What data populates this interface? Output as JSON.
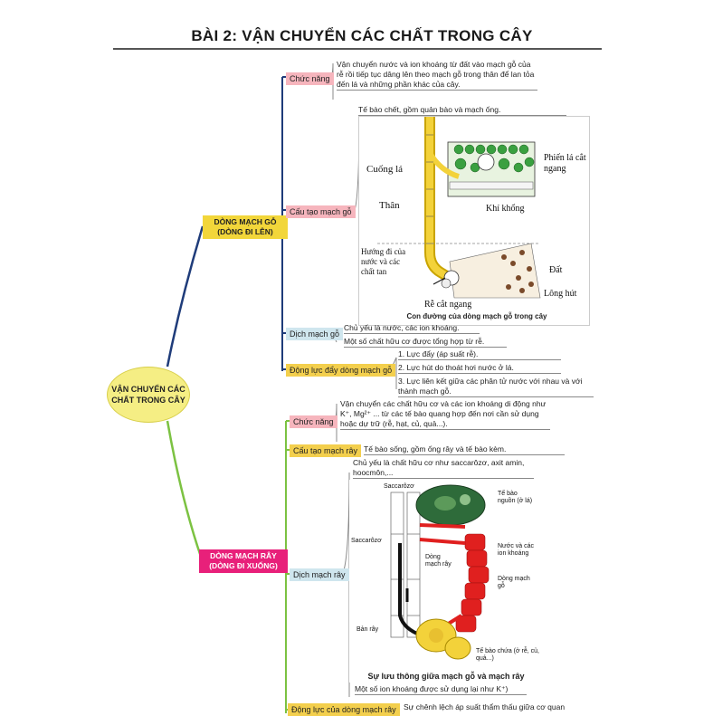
{
  "title": "BÀI 2: VẬN CHUYỂN CÁC CHẤT TRONG CÂY",
  "root": "VẬN CHUYỂN CÁC CHẤT TRONG CÂY",
  "branch1": {
    "label": "DÒNG MẠCH GỖ (DÒNG ĐI LÊN)",
    "chuc_nang": {
      "label": "Chức năng",
      "text": "Vận chuyển nước và ion khoáng từ đất vào mạch gỗ của rễ rồi tiếp tục dâng lên theo mạch gỗ trong thân để lan tỏa đến lá và những phần khác của cây."
    },
    "cau_tao": {
      "label": "Cấu tạo mạch gỗ",
      "text": "Tế bào chết, gồm quản bào và mạch ống.",
      "figure": {
        "caption": "Con đường của dòng mạch gỗ trong cây",
        "labels": [
          "Cuống lá",
          "Thân",
          "Hướng đi của nước và các chất tan",
          "Rễ cắt ngang",
          "Phiến lá cắt ngang",
          "Khí khổng",
          "Đất",
          "Lông hút"
        ]
      }
    },
    "dich": {
      "label": "Dịch mạch gỗ",
      "items": [
        "Chủ yếu là nước, các ion khoáng.",
        "Một số chất hữu cơ được tổng hợp từ rễ."
      ]
    },
    "dong_luc": {
      "label": "Động lực đẩy dòng mạch gỗ",
      "items": [
        "1. Lực đẩy (áp suất rễ).",
        "2. Lực hút do thoát hơi nước ở lá.",
        "3. Lực liên kết giữa các phân tử nước với nhau và với thành mạch gỗ."
      ]
    }
  },
  "branch2": {
    "label": "DÒNG MẠCH RÂY (DÒNG ĐI XUỐNG)",
    "chuc_nang": {
      "label": "Chức năng",
      "text": "Vận chuyển các chất hữu cơ và các ion khoáng di động như K⁺, Mg²⁺ ... từ các tế bào quang hợp đến nơi cần sử dụng hoặc dự trữ (rễ, hạt, củ, quả...)."
    },
    "cau_tao": {
      "label": "Cấu tạo mạch rây",
      "text": "Tế bào sống, gồm ống rây và tế bào kèm."
    },
    "dich": {
      "label": "Dịch mạch rây",
      "text_top": "Chủ yếu là chất hữu cơ như saccarôzơ, axit amin, hoocmôn,...",
      "text_bottom": "Một số ion khoáng được sử dụng lại như K⁺)",
      "figure": {
        "caption": "Sự lưu thông giữa mạch gỗ và mạch rây",
        "labels": {
          "saccarozo_top": "Saccarôzơ",
          "saccarozo_mid": "Saccarôzơ",
          "ban_ray": "Bản rây",
          "dong_mach_ray": "Dòng mạch rây",
          "te_bao_nguon": "Tế bào nguồn (ở lá)",
          "nuoc_ion": "Nước và các ion khoáng",
          "dong_mach_go": "Dòng mạch gỗ",
          "te_bao_chua": "Tế bào chứa (ở rễ, củ, quả...)"
        }
      }
    },
    "dong_luc": {
      "label": "Động lực của dòng mạch rây",
      "text": "Sự chênh lệch áp suất thẩm thấu giữa cơ quan"
    }
  },
  "colors": {
    "root": "#f5ee84",
    "branch1": "#f2d63a",
    "branch2": "#e8207a",
    "line_go": "#1f3c7a",
    "line_ray": "#7cc242",
    "xylem": "#f3d23a",
    "phloem": "#e0201f",
    "leaf": "#2e7d32"
  }
}
